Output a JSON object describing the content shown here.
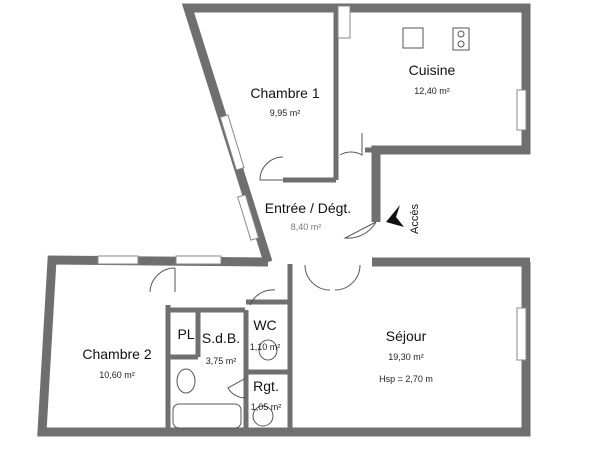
{
  "rooms": {
    "chambre1": {
      "name": "Chambre 1",
      "area": "9,95 m²"
    },
    "cuisine": {
      "name": "Cuisine",
      "area": "12,40 m²"
    },
    "entree": {
      "name": "Entrée / Dégt.",
      "area": "8,40 m²"
    },
    "chambre2": {
      "name": "Chambre 2",
      "area": "10,60 m²"
    },
    "pl": {
      "name": "PL"
    },
    "sdb": {
      "name": "S.d.B.",
      "area": "3,75 m²"
    },
    "wc": {
      "name": "WC",
      "area": "1,10 m²"
    },
    "rgt": {
      "name": "Rgt.",
      "area": "1,05 m²"
    },
    "sejour": {
      "name": "Séjour",
      "area": "19,30 m²",
      "height": "Hsp = 2,70 m"
    }
  },
  "access": {
    "label": "Accès",
    "icon": "arrow-icon"
  },
  "colors": {
    "wall": "#6f6f6f"
  }
}
